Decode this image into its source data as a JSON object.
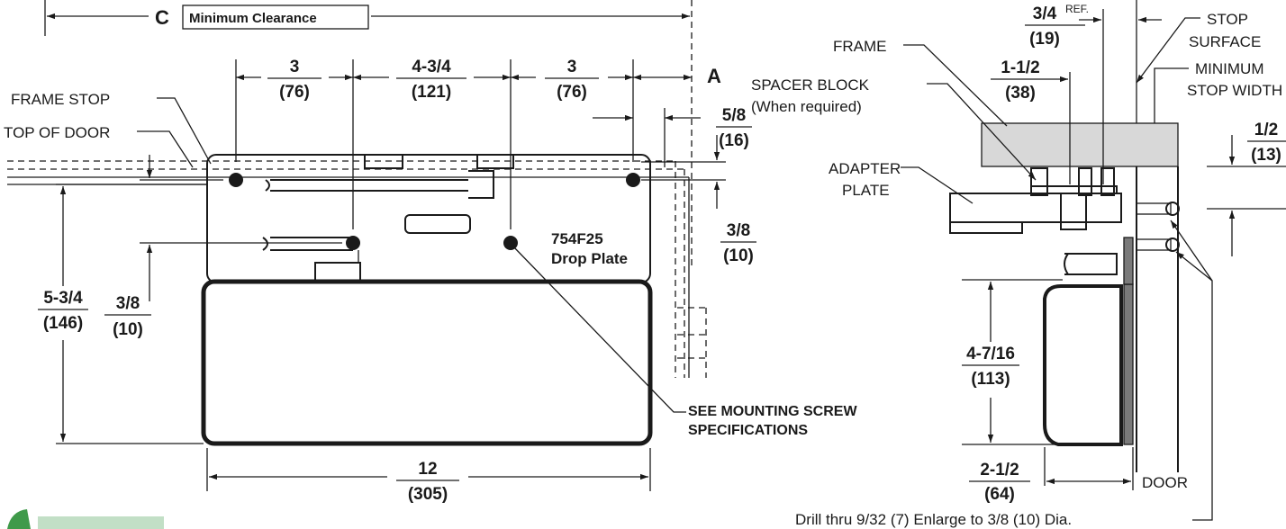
{
  "clearance": {
    "letter": "C",
    "label": "Minimum Clearance"
  },
  "front_view": {
    "dim_a_label": "A",
    "spacing": [
      {
        "in": "3",
        "mm": "(76)"
      },
      {
        "in": "4-3/4",
        "mm": "(121)"
      },
      {
        "in": "3",
        "mm": "(76)"
      }
    ],
    "frame_stop": "FRAME STOP",
    "top_of_door": "TOP OF DOOR",
    "overall_height": {
      "in": "5-3/4",
      "mm": "(146)"
    },
    "lower_hole_offset": {
      "in": "3/8",
      "mm": "(10)"
    },
    "right_offset_58": {
      "in": "5/8",
      "mm": "(16)"
    },
    "right_offset_38": {
      "in": "3/8",
      "mm": "(10)"
    },
    "drop_plate": {
      "line1": "754F25",
      "line2": "Drop Plate"
    },
    "screw_note": {
      "line1": "SEE MOUNTING SCREW",
      "line2": "SPECIFICATIONS"
    },
    "width": {
      "in": "12",
      "mm": "(305)"
    }
  },
  "side_view": {
    "ref_dim": {
      "in": "3/4",
      "ref": "REF.",
      "mm": "(19)"
    },
    "stop_surface": {
      "line1": "STOP",
      "line2": "SURFACE"
    },
    "frame": "FRAME",
    "min_stop_width": {
      "line1": "MINIMUM",
      "line2": "STOP WIDTH"
    },
    "spacer_block": {
      "line1": "SPACER BLOCK",
      "line2": "(When required)"
    },
    "plate_dim": {
      "in": "1-1/2",
      "mm": "(38)"
    },
    "adapter_plate": {
      "line1": "ADAPTER",
      "line2": "PLATE"
    },
    "offset_12": {
      "in": "1/2",
      "mm": "(13)"
    },
    "body_height": {
      "in": "4-7/16",
      "mm": "(113)"
    },
    "depth": {
      "in": "2-1/2",
      "mm": "(64)"
    },
    "door": "DOOR",
    "drill_note": "Drill thru 9/32 (7) Enlarge to 3/8 (10) Dia."
  }
}
